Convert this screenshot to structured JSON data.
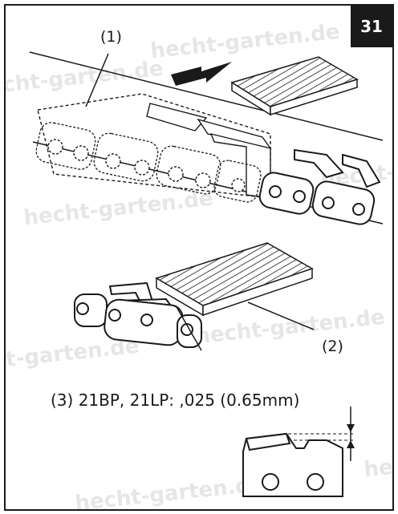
{
  "page_number": "31",
  "callouts": {
    "c1": "(1)",
    "c2": "(2)"
  },
  "spec_text": "(3) 21BP, 21LP: ,025 (0.65mm)",
  "watermarks": [
    "hecht-garten.de",
    "hecht-garten.de",
    "hecht-garten.de",
    "hecht-garten.de",
    "hecht-garten.de",
    "hecht-garten.de",
    "hecht-garten.de"
  ],
  "colors": {
    "ink": "#1a1a1a",
    "watermark": "#e6e6e6"
  }
}
